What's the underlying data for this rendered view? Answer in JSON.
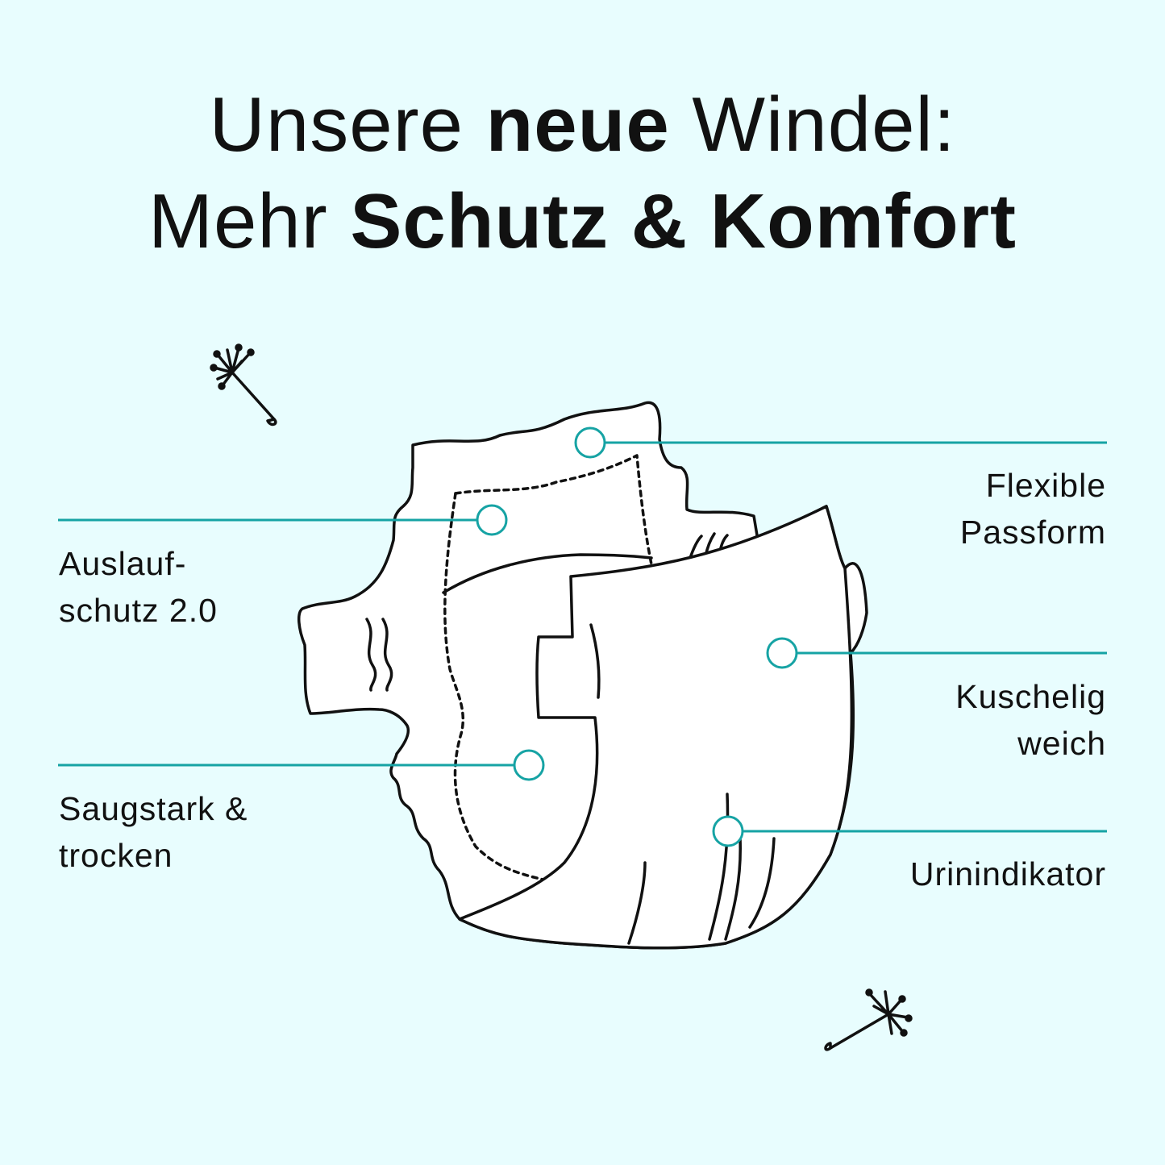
{
  "title": {
    "line1_prefix": "Unsere ",
    "line1_bold": "neue",
    "line1_suffix": " Windel:",
    "line2_prefix": "Mehr ",
    "line2_bold": "Schutz & Komfort"
  },
  "features": {
    "flexible": {
      "line1": "Flexible",
      "line2": "Passform"
    },
    "auslauf": {
      "line1": "Auslauf-",
      "line2": "schutz 2.0"
    },
    "kuschelig": {
      "line1": "Kuschelig",
      "line2": "weich"
    },
    "saugstark": {
      "line1": "Saugstark &",
      "line2": "trocken"
    },
    "urin": {
      "line1": "Urinindikator"
    }
  },
  "colors": {
    "background": "#e8fdfe",
    "accent": "#16a3a4",
    "ink": "#111111"
  }
}
